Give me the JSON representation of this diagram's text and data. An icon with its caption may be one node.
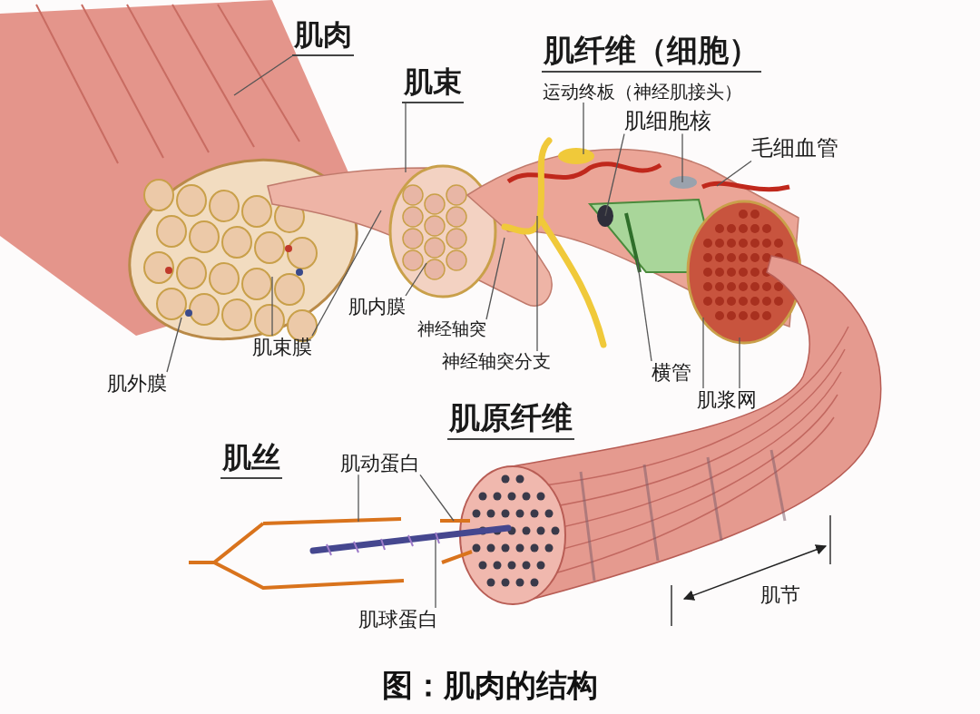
{
  "diagram": {
    "caption": "图：肌肉的结构",
    "nodes": [
      {
        "text": [
          "肌肉"
        ]
      },
      {
        "text": [
          "肌束"
        ]
      },
      {
        "text": [
          "运动终板（神经肌接头）"
        ]
      },
      {
        "text": [
          "肌细胞核"
        ]
      },
      {
        "text": [
          "毛细血管"
        ]
      },
      {
        "text": [
          "肌内膜"
        ]
      },
      {
        "text": [
          "肌束膜"
        ]
      },
      {
        "text": [
          "神经轴突"
        ]
      },
      {
        "text": [
          "神经轴突分支"
        ]
      },
      {
        "text": [
          "横管"
        ]
      },
      {
        "text": [
          "肌外膜"
        ]
      },
      {
        "text": [
          "肌浆网"
        ]
      },
      {
        "text": [
          "肌动蛋白"
        ]
      },
      {
        "text": [
          "肌球蛋白"
        ]
      },
      {
        "text": [],
        "shape": "picture"
      },
      {
        "text": [],
        "shape": "picture",
        "in": 14
      },
      {
        "text": [],
        "shape": "picture"
      },
      {
        "text": [],
        "shape": "picture",
        "in": 16
      },
      {
        "text": [],
        "shape": "picture"
      },
      {
        "text": [],
        "shape": "circle",
        "in": 18
      },
      {
        "text": [],
        "shape": "circle"
      },
      {
        "text": [],
        "shape": "circle"
      },
      {
        "text": [],
        "shape": "picture"
      },
      {
        "text": [],
        "shape": "picture"
      },
      {
        "text": [],
        "shape": "picture"
      },
      {
        "text": [],
        "shape": "picture"
      },
      {
        "text": [],
        "shape": "picture"
      },
      {
        "text": [],
        "shape": "picture"
      }
    ],
    "edges": [
      {
        "from": 0,
        "to": 14,
        "arrow": "none"
      },
      {
        "from": 1,
        "to": 16,
        "arrow": "none"
      },
      {
        "from": 2,
        "to": 19,
        "arrow": "none"
      },
      {
        "from": 3,
        "to": 20,
        "arrow": "none"
      },
      {
        "from": 3,
        "to": 21,
        "arrow": "none"
      },
      {
        "from": 4,
        "to": 23,
        "arrow": "none"
      },
      {
        "from": 5,
        "to": 17,
        "arrow": "none"
      },
      {
        "from": 6,
        "to": 15,
        "arrow": "none"
      },
      {
        "from": 6,
        "to": 16,
        "arrow": "none"
      },
      {
        "from": 7,
        "to": 18,
        "arrow": "none"
      },
      {
        "from": 8,
        "to": 18,
        "arrow": "none"
      },
      {
        "from": 9,
        "to": 22,
        "arrow": "none"
      },
      {
        "from": 10,
        "to": 15,
        "arrow": "none"
      },
      {
        "from": 11,
        "to": 24,
        "arrow": "none"
      },
      {
        "from": 11,
        "to": 24,
        "arrow": "none"
      },
      {
        "from": 12,
        "to": 25,
        "arrow": "none"
      },
      {
        "from": 12,
        "to": 26,
        "arrow": "none"
      },
      {
        "from": 13,
        "to": 27,
        "arrow": "none"
      }
    ],
    "labels": [
      "肌纤维（细胞）",
      "肌原纤维",
      "肌丝",
      "肌节"
    ]
  }
}
